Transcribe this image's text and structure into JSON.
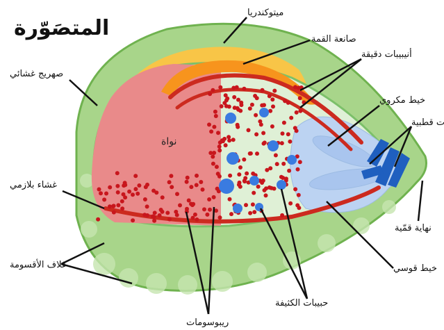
{
  "title": "المتصَوّرة",
  "labels": {
    "mitochondria": "ميتوكندريا",
    "apical_ring": "صانعة القمة",
    "microtubules": "أنيبيبات دقيقة",
    "pellicle": "صهريج غشائي",
    "microneme": "خيط مكروي",
    "polar_rings": "حلقات قطبية",
    "nucleus": "نواة",
    "plasma_membrane": "غشاء بلازمي",
    "apical_end": "نهاية قمّية",
    "rhoptry": "خيط قوسي",
    "cell_coat": "غلاف الأقسومة",
    "dense_granules": "حبيبات الكثيفة",
    "ribosomes": "ريبوسومات"
  },
  "colors": {
    "coat": "#a8d58a",
    "coat_edge": "#6fb24f",
    "cytoplasm": "#dff0d6",
    "nucleus": "#e98a8a",
    "membrane_red": "#cc2a1f",
    "apical_orange": "#f7941d",
    "mito_yellow": "#f8c547",
    "rhoptry_blue": "#bcd3f2",
    "ring_blue": "#1f5fbf",
    "granule_blue": "#3a7be0",
    "ribosome_red": "#c8161d"
  }
}
